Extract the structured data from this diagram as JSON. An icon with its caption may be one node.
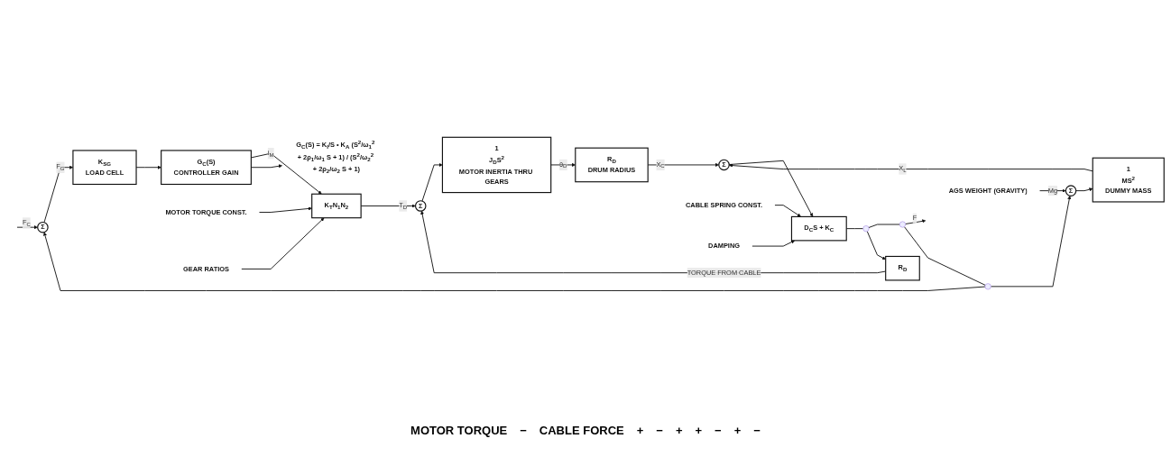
{
  "diagram": {
    "nodes": [
      {
        "text": [
          "Σ"
        ]
      },
      {
        "text": [
          "K$_{SG}$",
          "LOAD CELL"
        ]
      },
      {
        "text": [
          "G$_{C}$(S)",
          "CONTROLLER GAIN"
        ]
      },
      {
        "text": [
          "MOTOR TORQUE CONST."
        ]
      },
      {
        "text": [
          "K$_{T}$N$_{1}$N$_{2}$"
        ]
      },
      {
        "text": [
          "GEAR RATIOS"
        ]
      },
      {
        "text": [
          "Σ"
        ]
      },
      {
        "text": [
          "R$_{D}$"
        ]
      },
      {
        "text": [
          "1",
          "J$_{D}$S$^{2}$",
          "MOTOR INERTIA THRU GEARS"
        ]
      },
      {
        "text": [
          "R$_{D}$",
          "DRUM RADIUS"
        ]
      },
      {
        "text": [
          "Σ"
        ]
      },
      {
        "text": [
          "CABLE SPRING CONST."
        ]
      },
      {
        "text": [
          "D$_{C}$S + K$_{C}$"
        ]
      },
      {
        "text": [
          "DAMPING"
        ]
      },
      {
        "text": [],
        "shape": "circle"
      },
      {
        "text": [],
        "shape": "circle"
      },
      {
        "text": [
          "1",
          "MS$^{2}$",
          "DUMMY MASS"
        ]
      },
      {
        "text": [
          "Σ"
        ]
      },
      {
        "text": [],
        "shape": "circle"
      },
      {
        "text": [
          "AGS WEIGHT (GRAVITY)"
        ]
      },
      {
        "text": [
          "G$_{C}$(S) = K$_{I}$/S • K$_{A}$ (S$^{2}$/ω$_{1}$$^{2}$ + 2ρ$_{1}$/ω$_{1}$ S + 1) / (S$^{2}$/ω$_{2}$$^{2}$ + 2ρ$_{2}$/ω$_{2}$ S + 1)"
        ]
      }
    ],
    "edges": [
      {
        "from": null,
        "to": 0,
        "arrow": "to",
        "label": "F$_{C}$"
      },
      {
        "from": 0,
        "to": 1,
        "arrow": "to",
        "label": "F$_{G}$"
      },
      {
        "from": 1,
        "to": 2,
        "arrow": "to"
      },
      {
        "from": 2,
        "to": 4,
        "arrow": "to",
        "label": "i$_{M}$"
      },
      {
        "from": 4,
        "to": 6,
        "arrow": "to",
        "label": "T$_{D}$"
      },
      {
        "from": 6,
        "to": 8,
        "arrow": "to"
      },
      {
        "from": 8,
        "to": 9,
        "arrow": "to",
        "label": "θ$_{D}$"
      },
      {
        "from": 9,
        "to": 10,
        "arrow": "to",
        "label": "X$_{C}$"
      },
      {
        "from": 10,
        "to": 12,
        "arrow": "to"
      },
      {
        "from": 12,
        "to": 14,
        "arrow": "none"
      },
      {
        "from": 14,
        "to": 15,
        "arrow": "none"
      },
      {
        "from": 15,
        "to": null,
        "arrow": "to",
        "label": "F"
      },
      {
        "from": 14,
        "to": 7,
        "arrow": "to"
      },
      {
        "from": 7,
        "to": 6,
        "arrow": "to",
        "label": "TORQUE FROM CABLE"
      },
      {
        "from": 15,
        "to": 18,
        "arrow": "none"
      },
      {
        "from": 18,
        "to": 17,
        "arrow": "to"
      },
      {
        "from": 17,
        "to": 16,
        "arrow": "to"
      },
      {
        "from": 16,
        "to": 10,
        "arrow": "to",
        "label": "X$_{L}$"
      },
      {
        "from": 18,
        "to": 0,
        "arrow": "to"
      },
      {
        "from": 19,
        "to": 17,
        "arrow": "to",
        "label": "Mg"
      },
      {
        "from": 3,
        "to": 4,
        "arrow": "to"
      },
      {
        "from": 5,
        "to": 4,
        "arrow": "to"
      },
      {
        "from": 11,
        "to": 12,
        "arrow": "to"
      },
      {
        "from": 13,
        "to": 12,
        "arrow": "to"
      },
      {
        "from": 2,
        "to": 20,
        "arrow": "to"
      }
    ],
    "labels": [
      "MOTOR TORQUE",
      "−",
      "CABLE FORCE",
      "+",
      "−",
      "+",
      "+",
      "−",
      "+",
      "−"
    ]
  }
}
